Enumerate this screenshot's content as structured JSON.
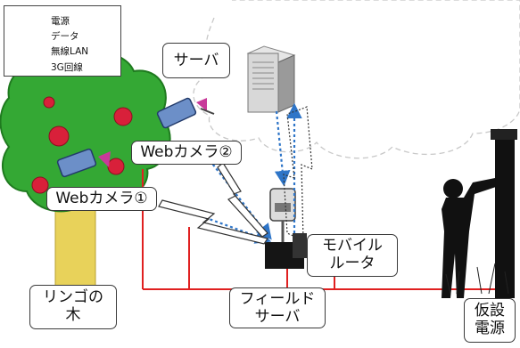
{
  "legend": {
    "power": "電源",
    "data": "データ",
    "wlan": "無線LAN",
    "g3": "3G回線"
  },
  "labels": {
    "server": "サーバ",
    "webcam2": "Webカメラ②",
    "webcam1": "Webカメラ①",
    "router_line1": "モバイル",
    "router_line2": "ルータ",
    "field_line1": "フィールド",
    "field_line2": "サーバ",
    "apple_line1": "リンゴの",
    "apple_line2": "木",
    "power_line1": "仮設",
    "power_line2": "電源"
  },
  "colors": {
    "power_line": "#e02020",
    "data_line": "#2e75c8",
    "tree_leaf": "#34a834",
    "apple": "#d8203a",
    "trunk": "#e8d25a",
    "camera": "#6c8fc8"
  },
  "icons": [
    "server-icon",
    "camera-icon",
    "field-server-icon",
    "router-icon",
    "person-silhouette-icon",
    "pole-icon",
    "cloud-icon",
    "apple-tree-icon"
  ]
}
